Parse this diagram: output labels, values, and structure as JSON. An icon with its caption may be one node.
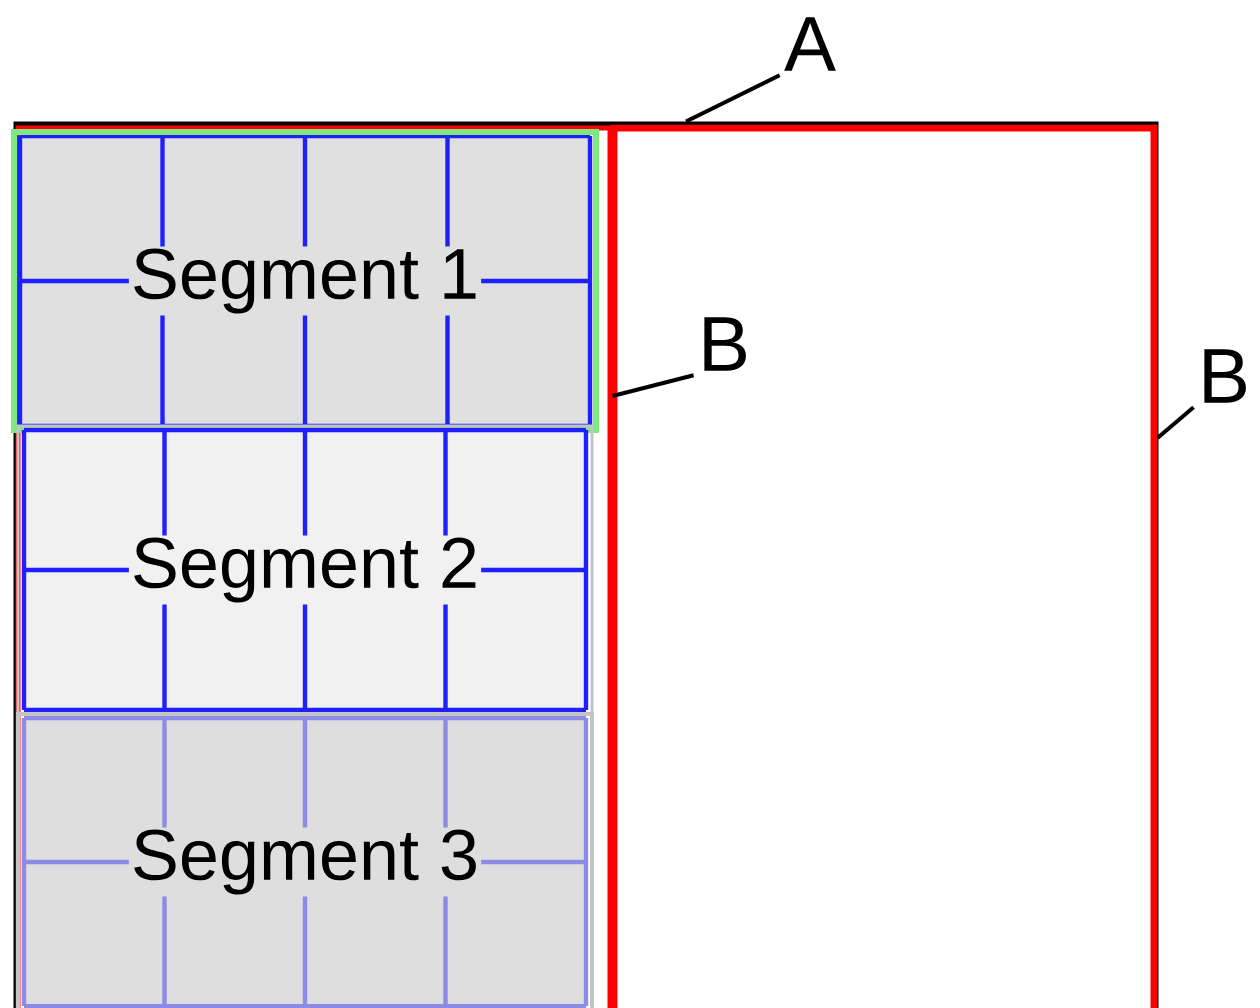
{
  "diagram": {
    "nodes": [
      {
        "text": [
          "A"
        ]
      },
      {
        "text": [],
        "shape": "box"
      },
      {
        "text": [
          "B"
        ],
        "in": 8
      },
      {
        "text": [],
        "shape": "box",
        "in": 1
      },
      {
        "text": [
          "Segment 1"
        ],
        "in": 3
      },
      {
        "text": [
          "Segment 2"
        ],
        "in": 3
      },
      {
        "text": [
          "Segment 3"
        ],
        "in": 3
      },
      {
        "text": [
          "B"
        ]
      },
      {
        "text": [],
        "shape": "box",
        "in": 1
      }
    ],
    "edges": [
      {
        "from": 0,
        "to": 1,
        "arrow": "none"
      },
      {
        "from": 2,
        "to": 3,
        "arrow": "none"
      },
      {
        "from": 7,
        "to": 8,
        "arrow": "none"
      }
    ]
  }
}
